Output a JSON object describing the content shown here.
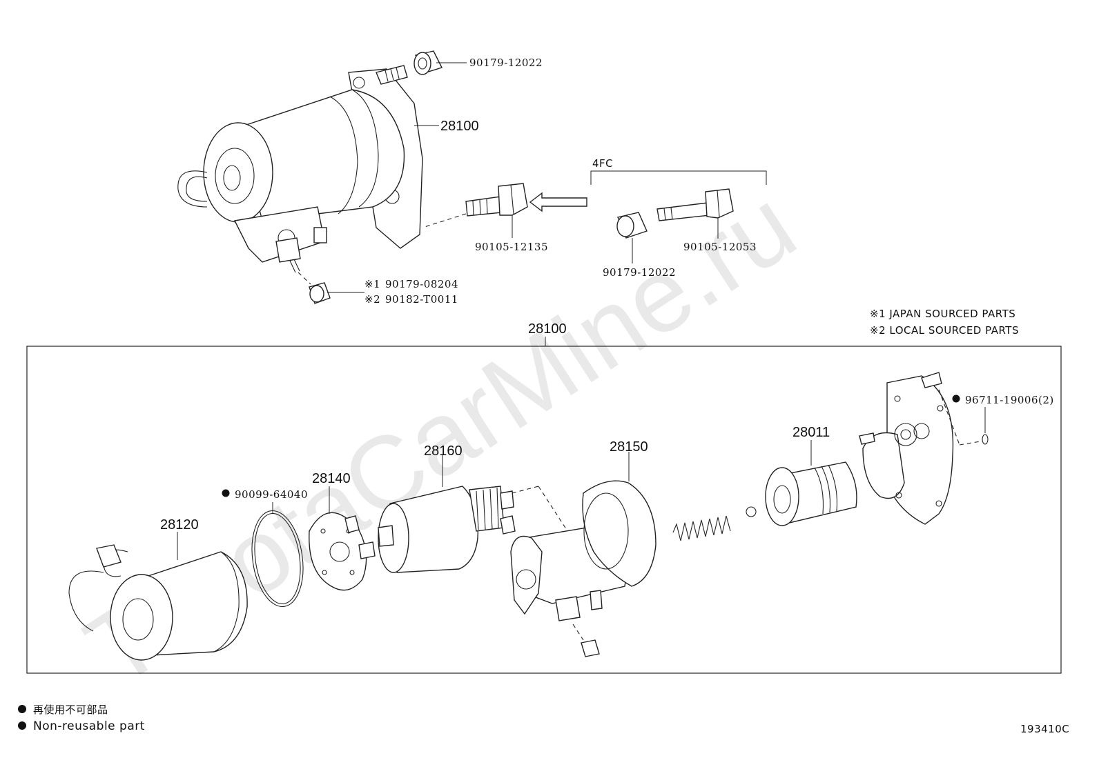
{
  "watermark": "ToyotaCarMine.ru",
  "diagram_code": "193410C",
  "upper_section": {
    "starter_assembly_label": "28100",
    "nut_top": "90179-12022",
    "bolt_left": "90105-12135",
    "group_code": "4FC",
    "bolt_right": "90105-12053",
    "nut_right": "90179-12022",
    "terminal_nut_note_1_mark": "※1",
    "terminal_nut_note_1": "90179-08204",
    "terminal_nut_note_2_mark": "※2",
    "terminal_nut_note_2": "90182-T0011"
  },
  "sourcing_notes": [
    "※1 JAPAN SOURCED PARTS",
    "※2 LOCAL SOURCED PARTS"
  ],
  "lower_section": {
    "assembly_label": "28100",
    "parts": {
      "yoke": "28120",
      "o_ring": "90099-64040",
      "brush_holder": "28140",
      "armature": "28160",
      "housing": "28150",
      "clutch": "28011",
      "washer": "96711-19006(2)"
    }
  },
  "legend": {
    "jp": "再使用不可部品",
    "en": "Non-reusable part"
  }
}
